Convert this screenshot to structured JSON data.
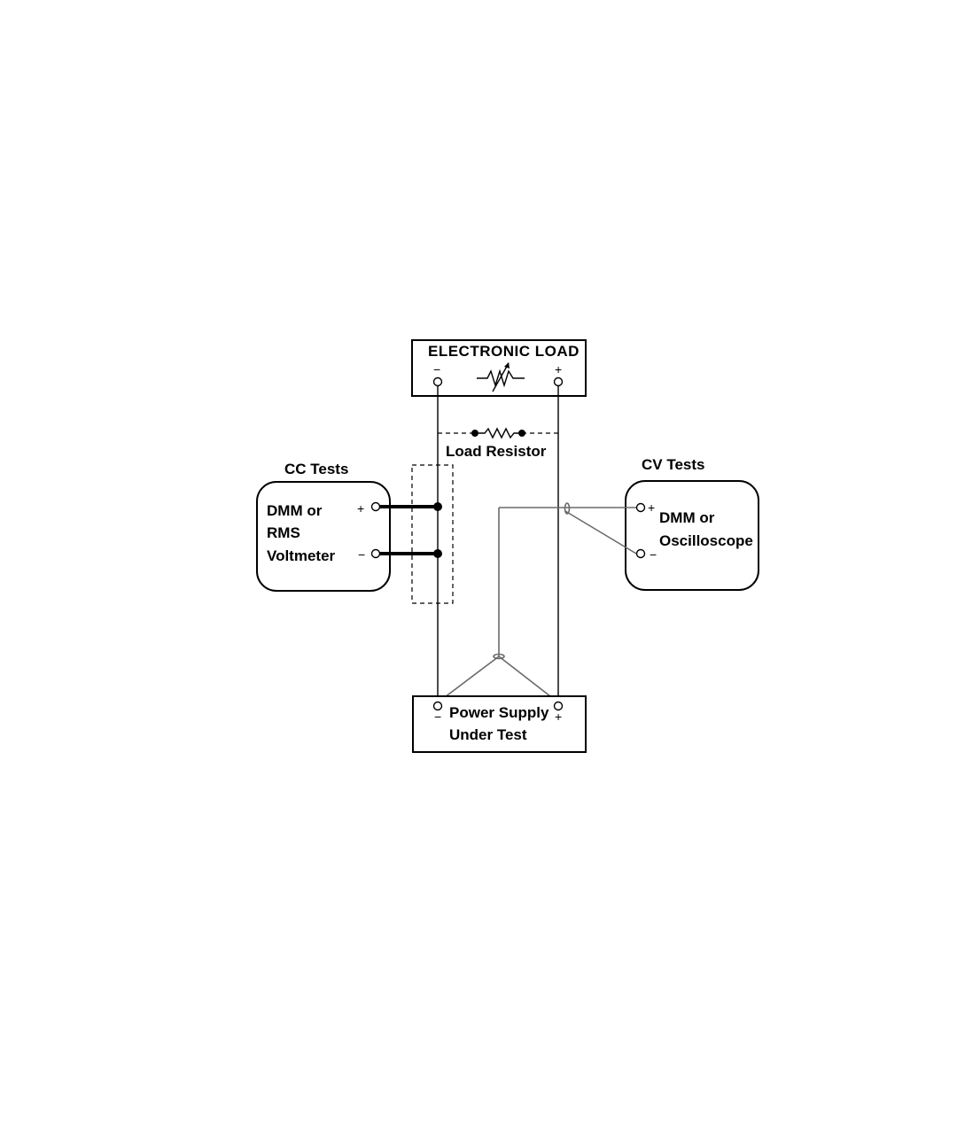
{
  "electronic_load": {
    "title": "ELECTRONIC LOAD",
    "minus": "−",
    "plus": "+"
  },
  "load_resistor": {
    "label": "Load Resistor"
  },
  "cc_tests": {
    "title": "CC Tests",
    "line1": "DMM or",
    "line2": "RMS",
    "line3": "Voltmeter",
    "plus": "+",
    "minus": "−"
  },
  "cv_tests": {
    "title": "CV Tests",
    "line1": "DMM or",
    "line2": "Oscilloscope",
    "plus": "+",
    "minus": "−"
  },
  "power_supply": {
    "line1": "Power Supply",
    "line2": "Under Test",
    "minus": "−",
    "plus": "+"
  }
}
